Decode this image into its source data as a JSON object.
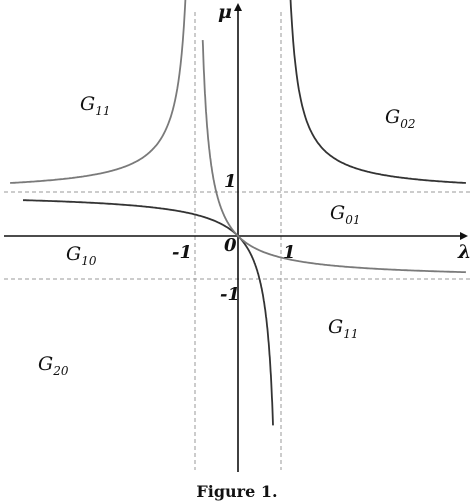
{
  "diagram": {
    "axes": {
      "x_label": "λ",
      "y_label": "μ"
    },
    "ticks": {
      "x_pos": "1",
      "x_neg": "-1",
      "y_pos": "1",
      "y_neg": "-1",
      "origin": "0"
    },
    "regions": [
      {
        "id": "g11_upper",
        "base": "G",
        "sub": "11"
      },
      {
        "id": "g02",
        "base": "G",
        "sub": "02"
      },
      {
        "id": "g01",
        "base": "G",
        "sub": "01"
      },
      {
        "id": "g10",
        "base": "G",
        "sub": "10"
      },
      {
        "id": "g11_lower",
        "base": "G",
        "sub": "11"
      },
      {
        "id": "g20",
        "base": "G",
        "sub": "20"
      }
    ],
    "colors": {
      "dark_curve": "#333333",
      "gray_curve": "#7a7a7a",
      "dashed": "#999999",
      "axes": "#111111"
    }
  },
  "caption": "Figure 1."
}
